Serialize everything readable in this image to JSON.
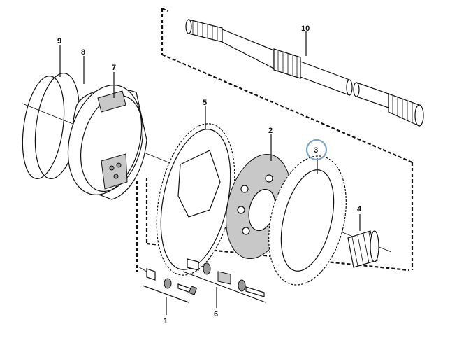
{
  "diagram": {
    "callouts": [
      {
        "id": "callout-1",
        "label": "1"
      },
      {
        "id": "callout-2",
        "label": "2"
      },
      {
        "id": "callout-3",
        "label": "3",
        "highlighted": true
      },
      {
        "id": "callout-4",
        "label": "4"
      },
      {
        "id": "callout-5",
        "label": "5"
      },
      {
        "id": "callout-6",
        "label": "6"
      },
      {
        "id": "callout-7",
        "label": "7"
      },
      {
        "id": "callout-8",
        "label": "8"
      },
      {
        "id": "callout-9",
        "label": "9"
      },
      {
        "id": "callout-10",
        "label": "10"
      }
    ],
    "highlight_color": "#7fa6c9"
  }
}
